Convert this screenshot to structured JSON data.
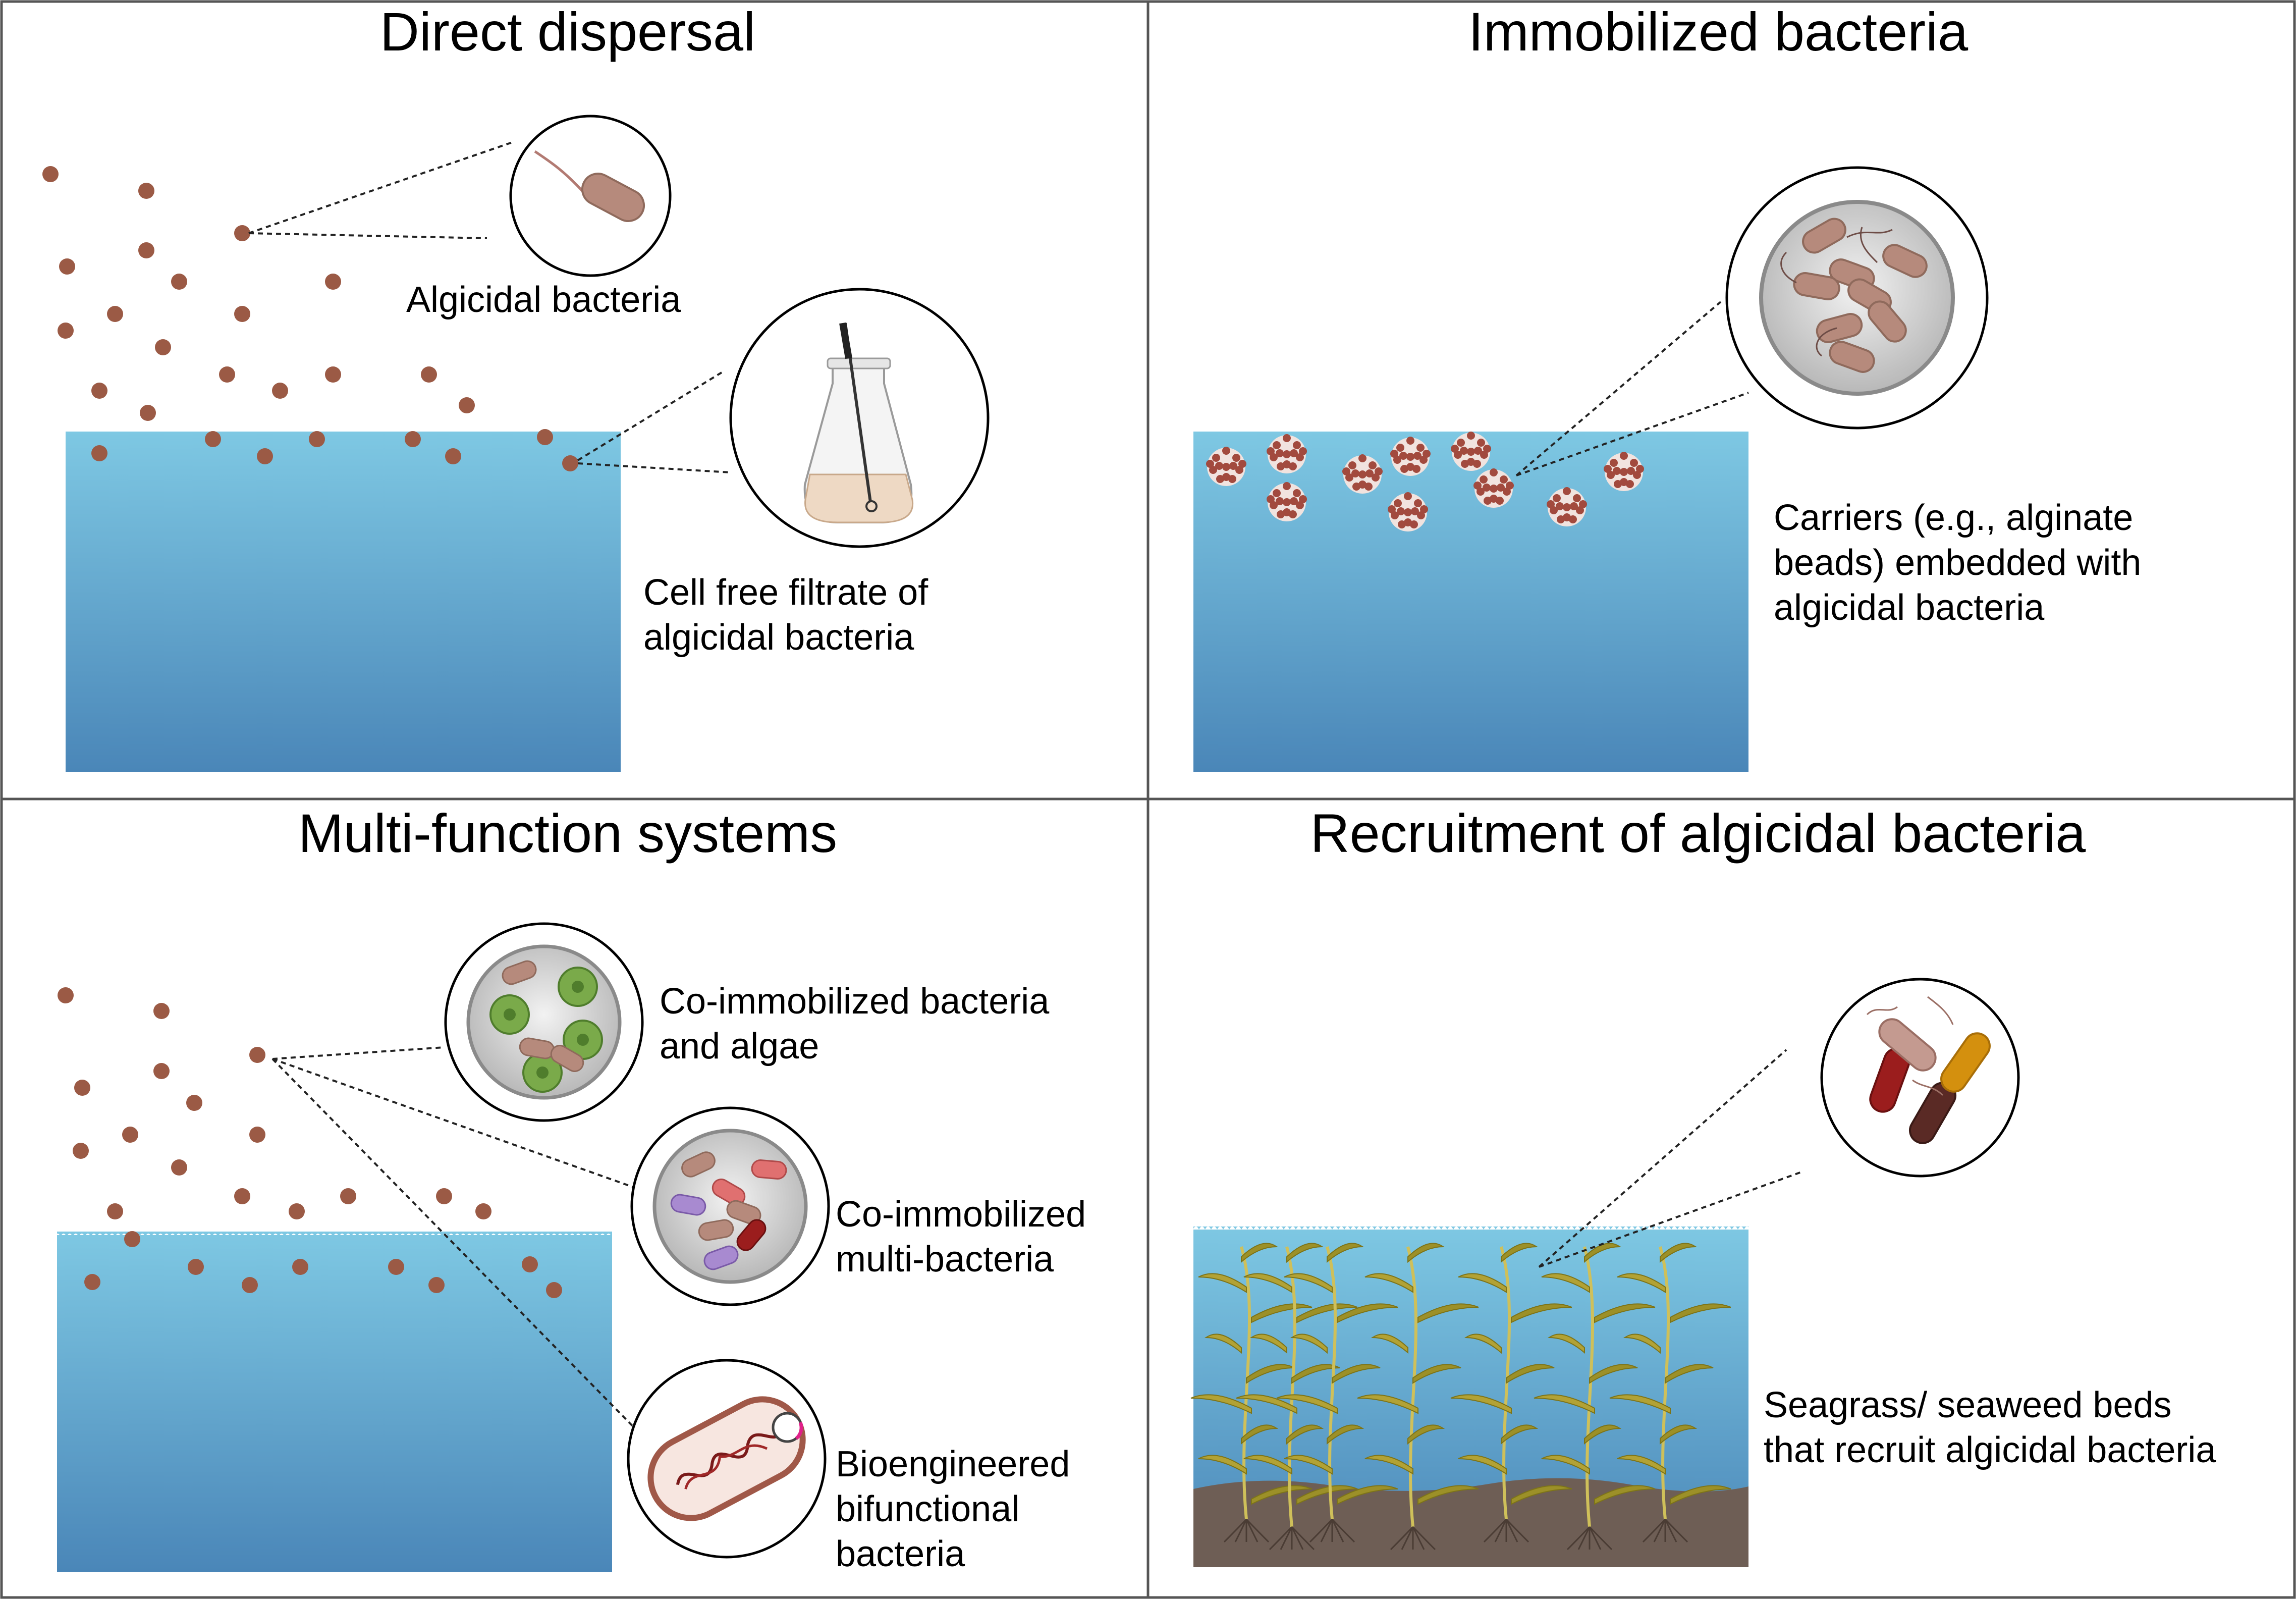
{
  "panels": {
    "direct": {
      "title": "Direct dispersal",
      "label_bacteria": "Algicidal bacteria",
      "label_filtrate_1": "Cell free filtrate of",
      "label_filtrate_2": "algicidal bacteria"
    },
    "immobilized": {
      "title": "Immobilized bacteria",
      "label_1": "Carriers (e.g., alginate",
      "label_2": "beads) embedded with",
      "label_3": "algicidal bacteria"
    },
    "multi": {
      "title": "Multi-function systems",
      "label_coalgae_1": "Co-immobilized bacteria",
      "label_coalgae_2": "and algae",
      "label_multi_1": "Co-immobilized",
      "label_multi_2": "multi-bacteria",
      "label_bioeng_1": "Bioengineered",
      "label_bioeng_2": "bifunctional",
      "label_bioeng_3": "bacteria"
    },
    "recruitment": {
      "title": "Recruitment of algicidal bacteria",
      "label_1": "Seagrass/ seaweed beds",
      "label_2": "that recruit algicidal bacteria"
    }
  },
  "colors": {
    "water_top": "#7ec8e3",
    "water_bottom": "#4a86b8",
    "bacteria_dot": "#9b5a45",
    "bacterium": "#b68a7c",
    "bead": "#a24a3e",
    "algae": "#7aaa4a",
    "sediment": "#6e5e55",
    "seagrass": "#b2a235"
  }
}
